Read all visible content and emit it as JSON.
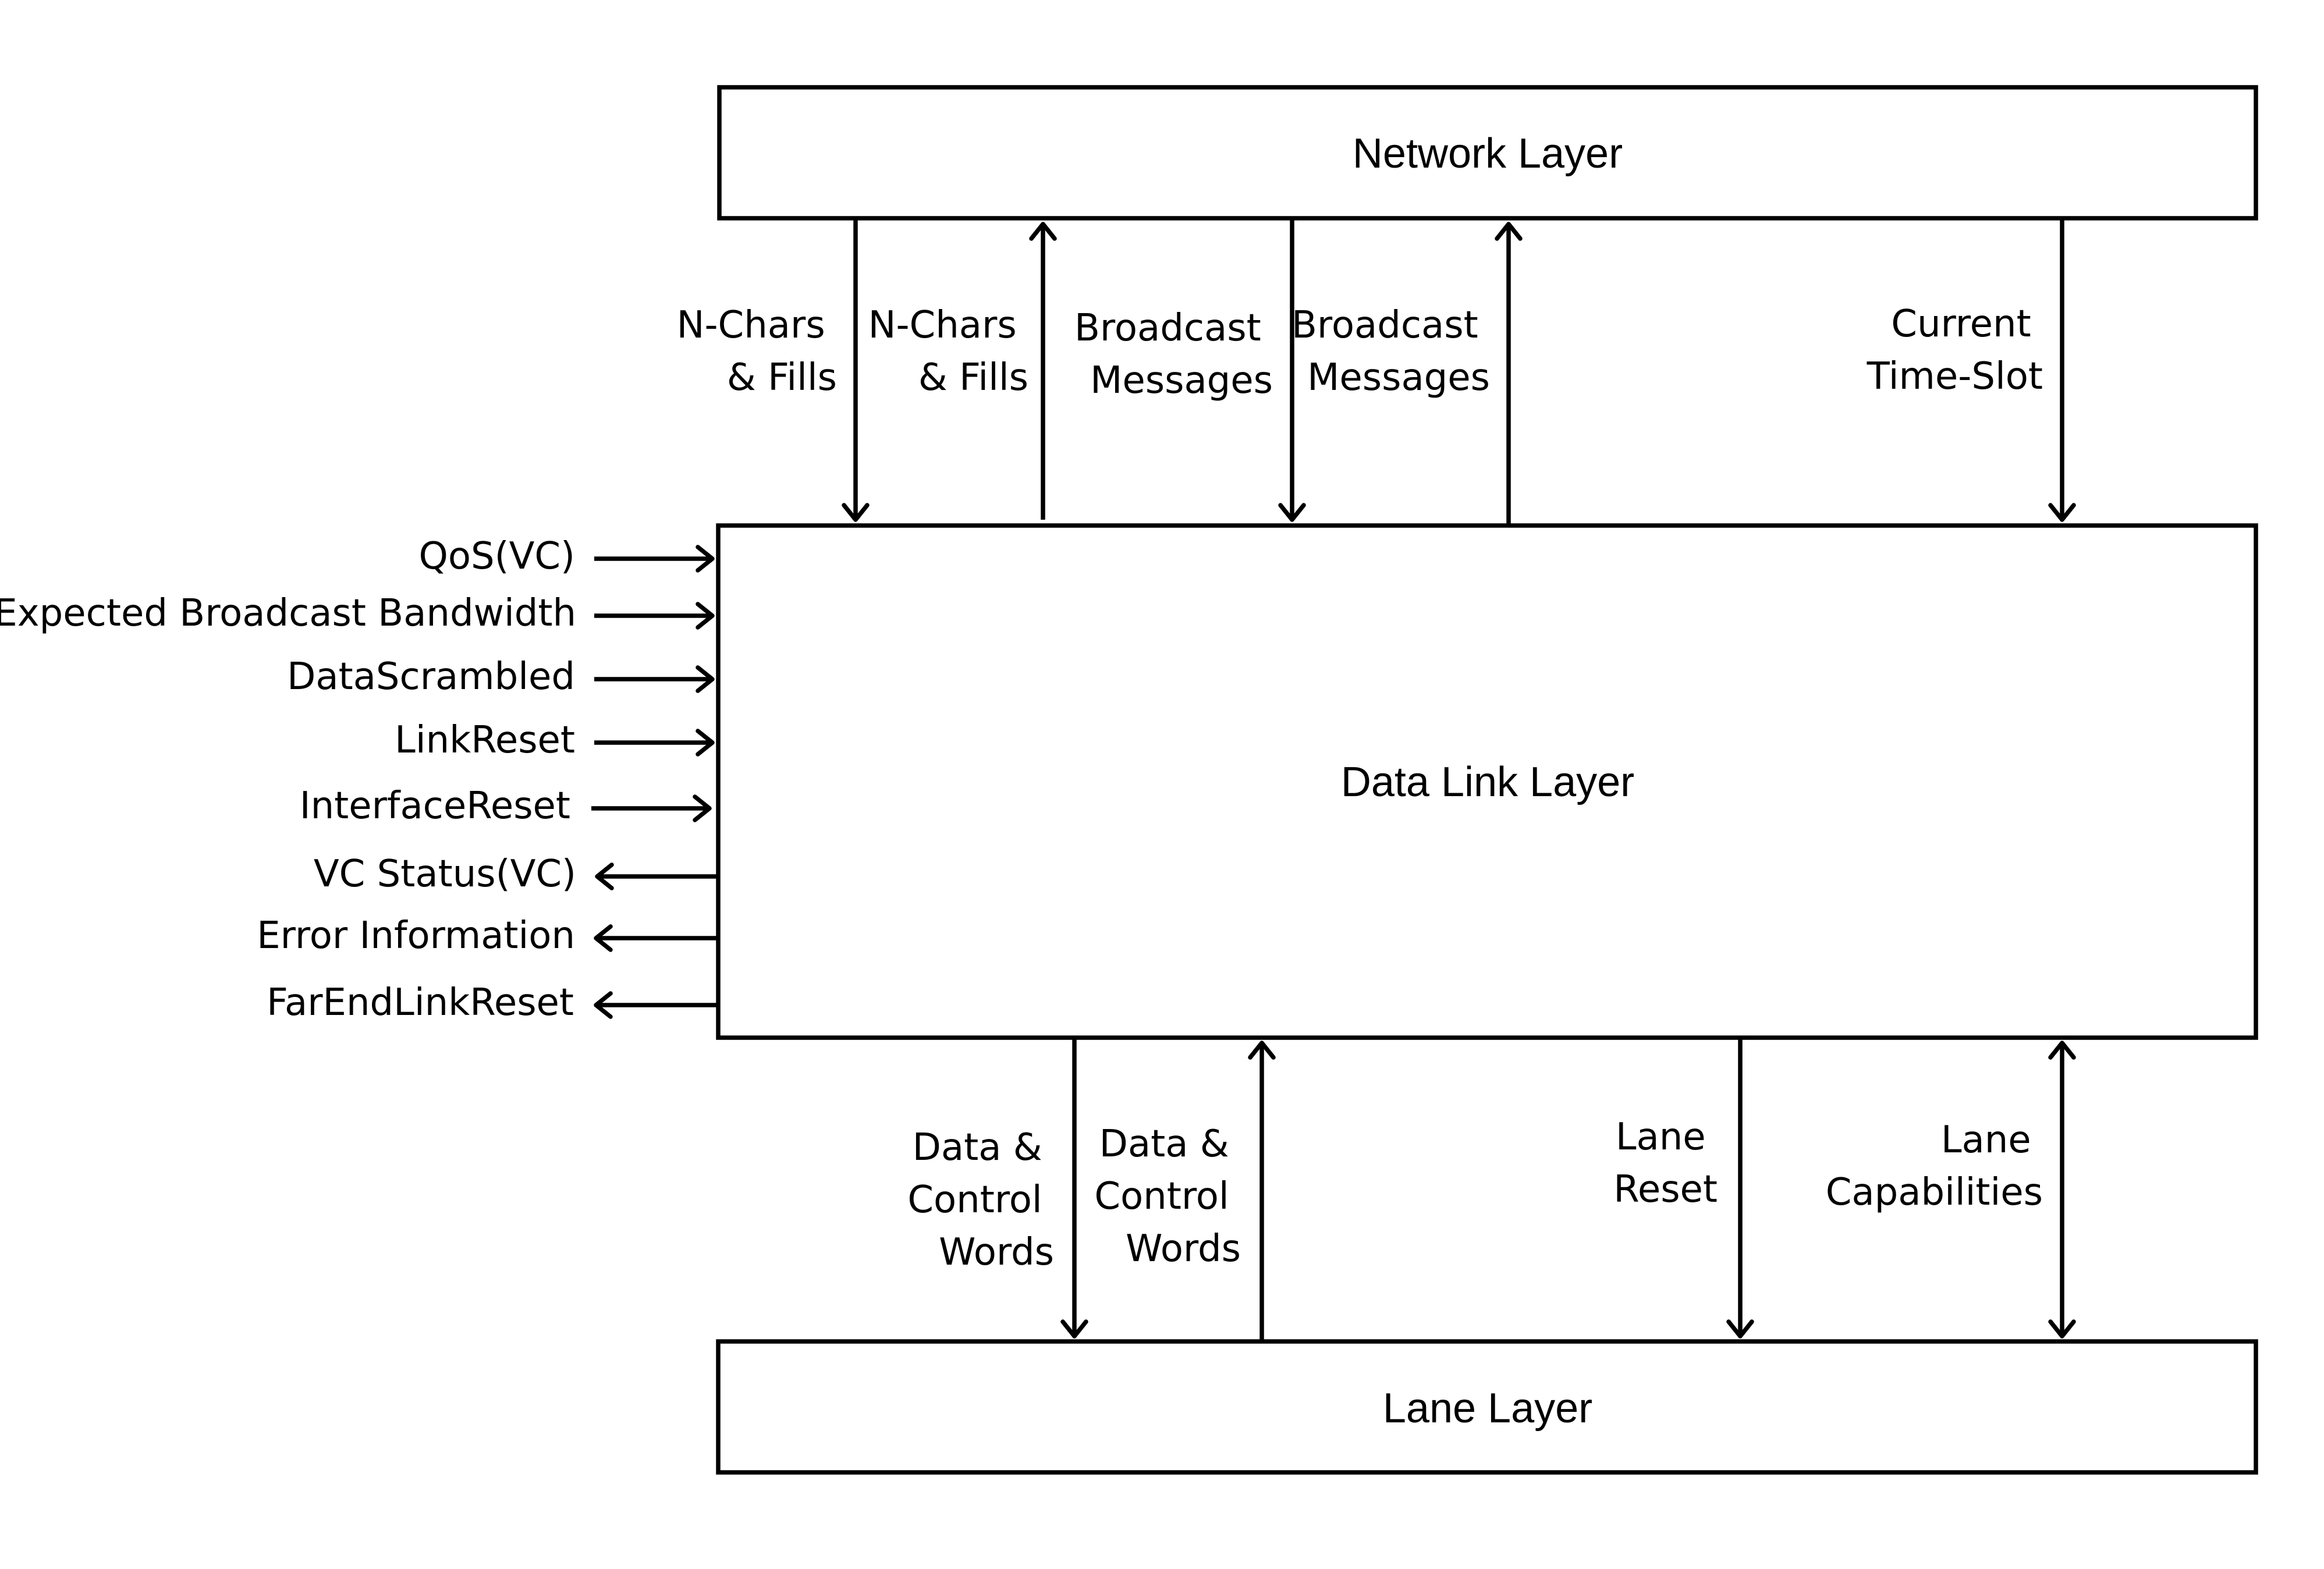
{
  "layers": {
    "network": "Network Layer",
    "data_link": "Data Link Layer",
    "lane": "Lane Layer"
  },
  "top_links": {
    "nchars_down": [
      "N-Chars",
      "& Fills"
    ],
    "nchars_up": [
      "N-Chars",
      "& Fills"
    ],
    "broadcast_down": [
      "Broadcast",
      "Messages"
    ],
    "broadcast_up": [
      "Broadcast",
      "Messages"
    ],
    "time_slot_down": [
      "Current",
      "Time-Slot"
    ]
  },
  "side_inputs": [
    "QoS(VC)",
    "Expected Broadcast Bandwidth",
    "DataScrambled",
    "LinkReset",
    "InterfaceReset"
  ],
  "side_outputs": [
    "VC Status(VC)",
    "Error Information",
    "FarEndLinkReset"
  ],
  "bottom_links": {
    "data_down": [
      "Data &",
      "Control",
      "Words"
    ],
    "data_up": [
      "Data &",
      "Control",
      "Words"
    ],
    "lane_reset_down": [
      "Lane",
      "Reset"
    ],
    "lane_capabilities_bidir": [
      "Lane",
      "Capabilities"
    ]
  }
}
